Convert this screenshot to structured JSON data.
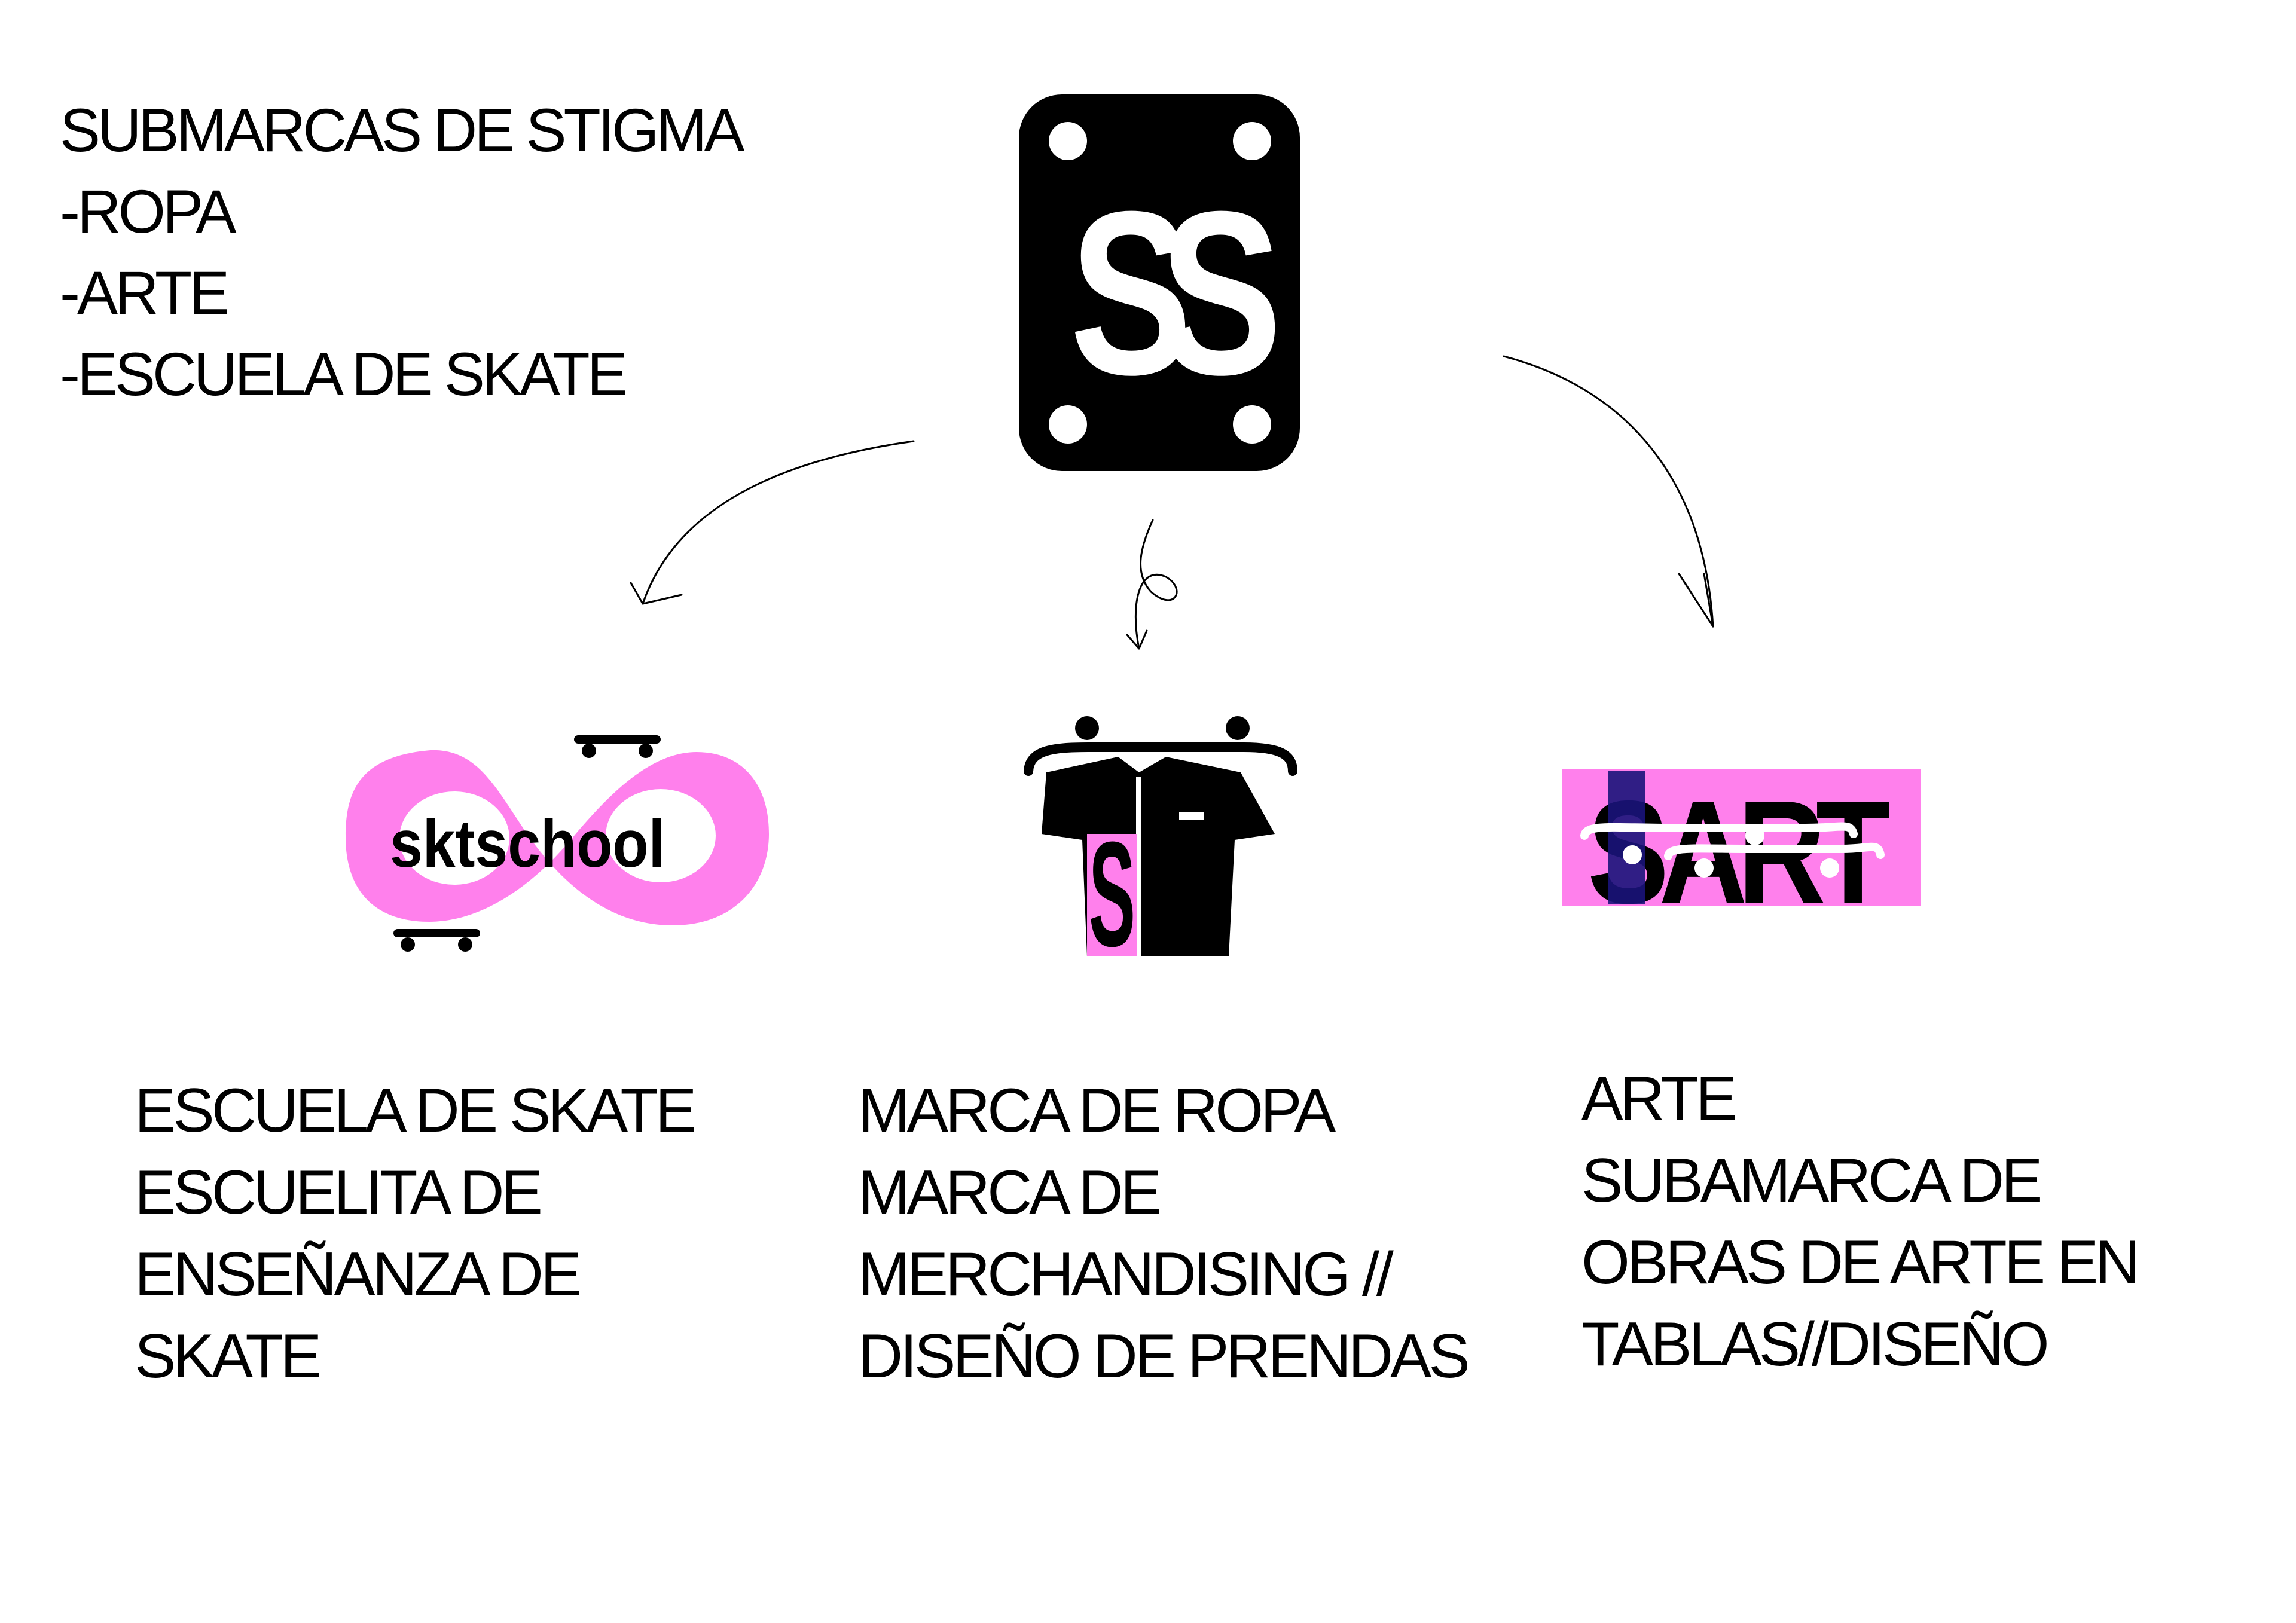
{
  "intro": {
    "lines": [
      "SUBMARCAS DE STIGMA",
      "-ROPA",
      "-ARTE",
      "-ESCUELA DE SKATE"
    ]
  },
  "logos": {
    "main": "SS",
    "school": "sktschool",
    "ropa": "S",
    "arte": "SART"
  },
  "descriptions": {
    "school": [
      "ESCUELA DE SKATE",
      "ESCUELITA DE",
      "ENSEÑANZA DE",
      "SKATE"
    ],
    "ropa": [
      "MARCA DE ROPA",
      "MARCA DE",
      "MERCHANDISING //",
      "DISEÑO DE PRENDAS"
    ],
    "arte": [
      "ARTE",
      "SUBAMARCA DE",
      "OBRAS DE ARTE EN",
      "TABLAS//DISEÑO"
    ]
  },
  "colors": {
    "pink": "#ff80ec",
    "navy": "#19137a",
    "black": "#000000"
  },
  "icons": [
    "skateboard-riser-icon",
    "skateboard-icon",
    "t-shirt-icon",
    "arrow-icon"
  ]
}
